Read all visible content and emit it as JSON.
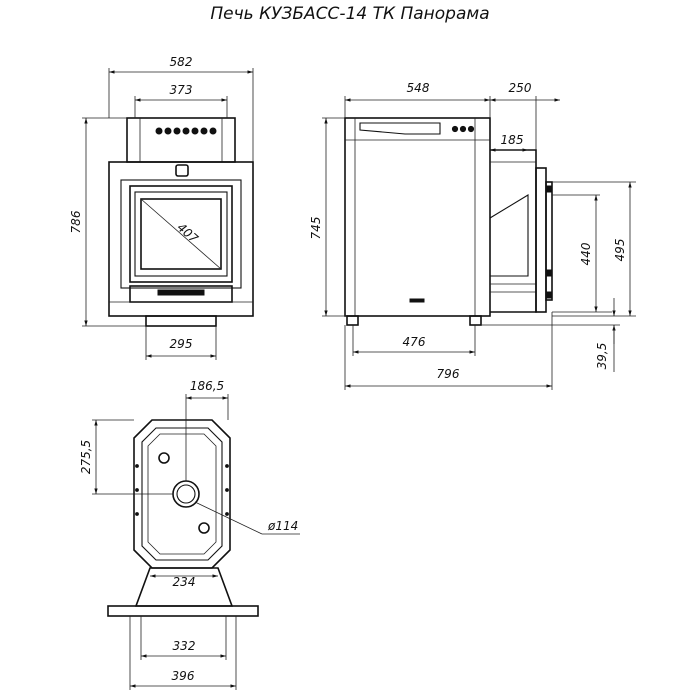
{
  "title": "Печь КУЗБАСС-14  ТК Панорама",
  "dimensions": {
    "front_total_width": "582",
    "front_top_width": "373",
    "front_height": "786",
    "front_glass_diagonal": "407",
    "front_bottom_width": "295",
    "side_body_width": "548",
    "side_tank_width": "250",
    "side_tank_inner": "185",
    "side_height": "745",
    "side_tank_height_1": "440",
    "side_tank_height_2": "495",
    "side_leg_width": "476",
    "side_total_length": "796",
    "side_leg_height": "39,5",
    "top_offset_x": "186,5",
    "top_offset_y": "275,5",
    "top_chimney_diameter": "ø114",
    "top_neck_width": "234",
    "top_base_inner": "332",
    "top_base_outer": "396"
  }
}
